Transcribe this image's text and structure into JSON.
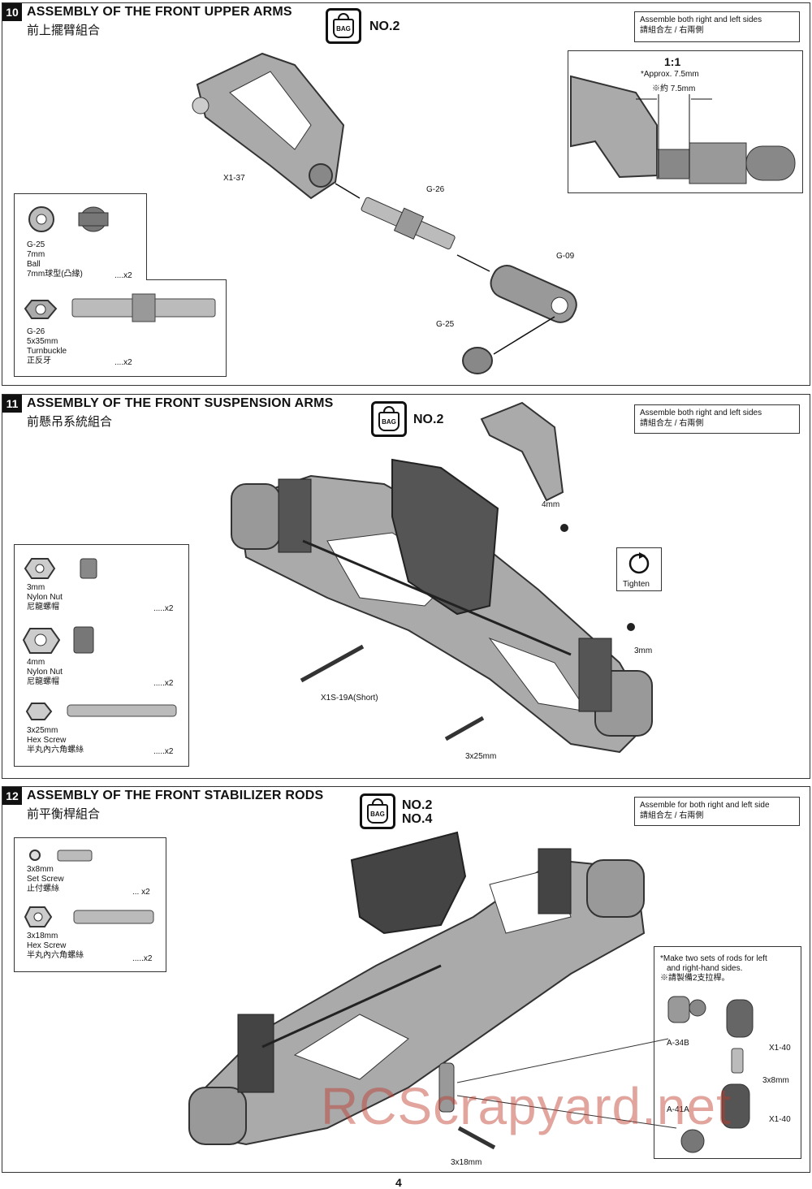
{
  "page": {
    "number": "4",
    "watermark": "RCScrapyard.net"
  },
  "steps": [
    {
      "number": "10",
      "title": "ASSEMBLY OF THE FRONT UPPER ARMS",
      "subtitle": "前上擺臂組合",
      "bag_label": "BAG",
      "bag_numbers": [
        "NO.2"
      ],
      "note": {
        "line1": "Assemble both right and left sides",
        "line2": "請組合左 / 右兩側"
      },
      "parts": [
        {
          "code": "G-25",
          "size": "7mm",
          "name": "Ball",
          "name_zh": "7mm球型(凸緣)",
          "qty": "....x2"
        },
        {
          "code": "G-26",
          "size": "5x35mm",
          "name": "Turnbuckle",
          "name_zh": "正反牙",
          "qty": "....x2"
        }
      ],
      "callouts": [
        "X1-37",
        "G-26",
        "G-09",
        "G-25"
      ],
      "detail": {
        "scale": "1:1",
        "approx": "*Approx. 7.5mm",
        "approx_zh": "※約 7.5mm"
      }
    },
    {
      "number": "11",
      "title": "ASSEMBLY OF THE FRONT SUSPENSION ARMS",
      "subtitle": "前懸吊系統組合",
      "bag_label": "BAG",
      "bag_numbers": [
        "NO.2"
      ],
      "note": {
        "line1": "Assemble both right and left sides",
        "line2": "請組合左 / 右兩側"
      },
      "parts": [
        {
          "size": "3mm",
          "name": "Nylon Nut",
          "name_zh": "尼龍螺帽",
          "qty": ".....x2"
        },
        {
          "size": "4mm",
          "name": "Nylon Nut",
          "name_zh": "尼龍螺帽",
          "qty": ".....x2"
        },
        {
          "size": "3x25mm",
          "name": "Hex Screw",
          "name_zh": "半丸內六角螺絲",
          "qty": ".....x2"
        }
      ],
      "callouts": [
        "4mm",
        "Tighten",
        "3mm",
        "X1S-19A(Short)",
        "3x25mm"
      ]
    },
    {
      "number": "12",
      "title": "ASSEMBLY OF THE FRONT STABILIZER RODS",
      "subtitle": "前平衡桿組合",
      "bag_label": "BAG",
      "bag_numbers": [
        "NO.2",
        "NO.4"
      ],
      "note": {
        "line1": "Assemble for both right and left side",
        "line2": "請組合左 / 右兩側"
      },
      "parts": [
        {
          "size": "3x8mm",
          "name": "Set Screw",
          "name_zh": "止付螺絲",
          "qty": "... x2"
        },
        {
          "size": "3x18mm",
          "name": "Hex Screw",
          "name_zh": "半丸內六角螺絲",
          "qty": ".....x2"
        }
      ],
      "callouts": [
        "3x18mm"
      ],
      "detail": {
        "line1": "*Make two sets of rods for left",
        "line2": "and right-hand sides.",
        "line3": "※請製備2支拉桿。",
        "labels": [
          "A-34B",
          "X1-40",
          "3x8mm",
          "A-41A",
          "X1-40"
        ]
      }
    }
  ]
}
